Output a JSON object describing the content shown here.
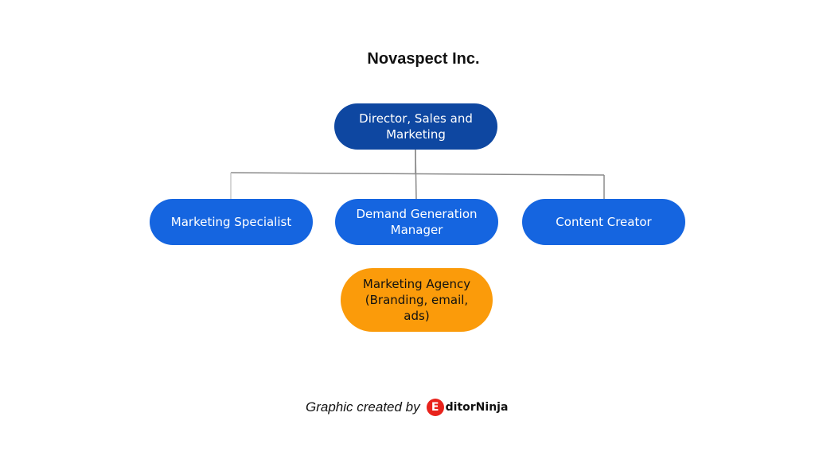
{
  "title": "Novaspect Inc.",
  "nodes": {
    "director": [
      "Director, Sales and",
      "Marketing"
    ],
    "specialist": [
      "Marketing Specialist"
    ],
    "demand": [
      "Demand Generation",
      "Manager"
    ],
    "content": [
      "Content Creator"
    ],
    "agency": [
      "Marketing Agency",
      "(Branding, email,",
      "ads)"
    ]
  },
  "credit": {
    "text": "Graphic created by",
    "logo_letter": "E",
    "logo_text": "ditorNinja"
  },
  "colors": {
    "director": "#0e47a1",
    "staff": "#1565e0",
    "agency": "#fb9b0a",
    "connector": "#8a8a8a",
    "logo": "#e8231c"
  }
}
